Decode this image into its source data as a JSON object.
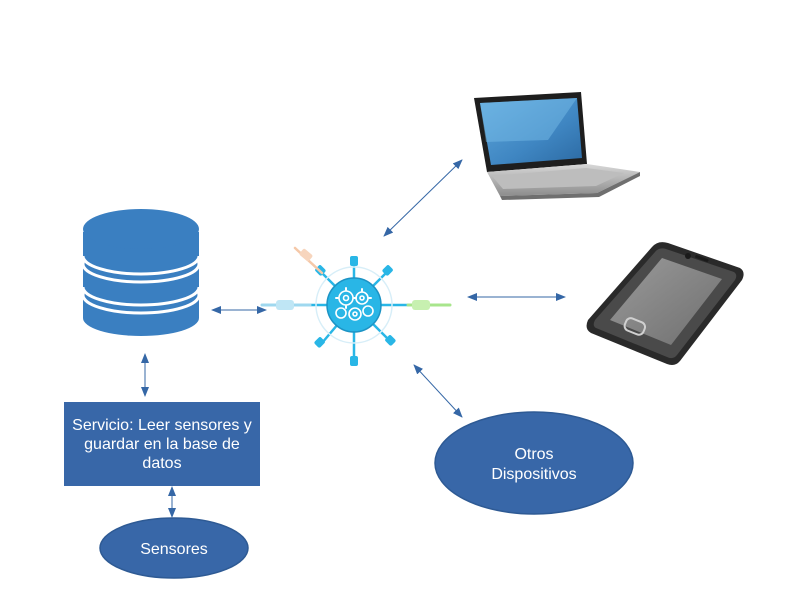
{
  "colors": {
    "node_fill": "#3867a8",
    "node_stroke": "#2e5a94",
    "arrow": "#3567a6",
    "hub": "#29b6e6",
    "hub_dark": "#1d93c4"
  },
  "nodes": {
    "database": {
      "icon": "database-icon"
    },
    "hub": {
      "icon": "gears-hub-icon"
    },
    "laptop": {
      "icon": "laptop-icon"
    },
    "smartphone": {
      "icon": "smartphone-icon"
    },
    "service": {
      "label": "Servicio: Leer sensores y guardar en la base de datos"
    },
    "other_devices": {
      "label_line1": "Otros",
      "label_line2": "Dispositivos"
    },
    "sensors": {
      "label": "Sensores"
    }
  }
}
